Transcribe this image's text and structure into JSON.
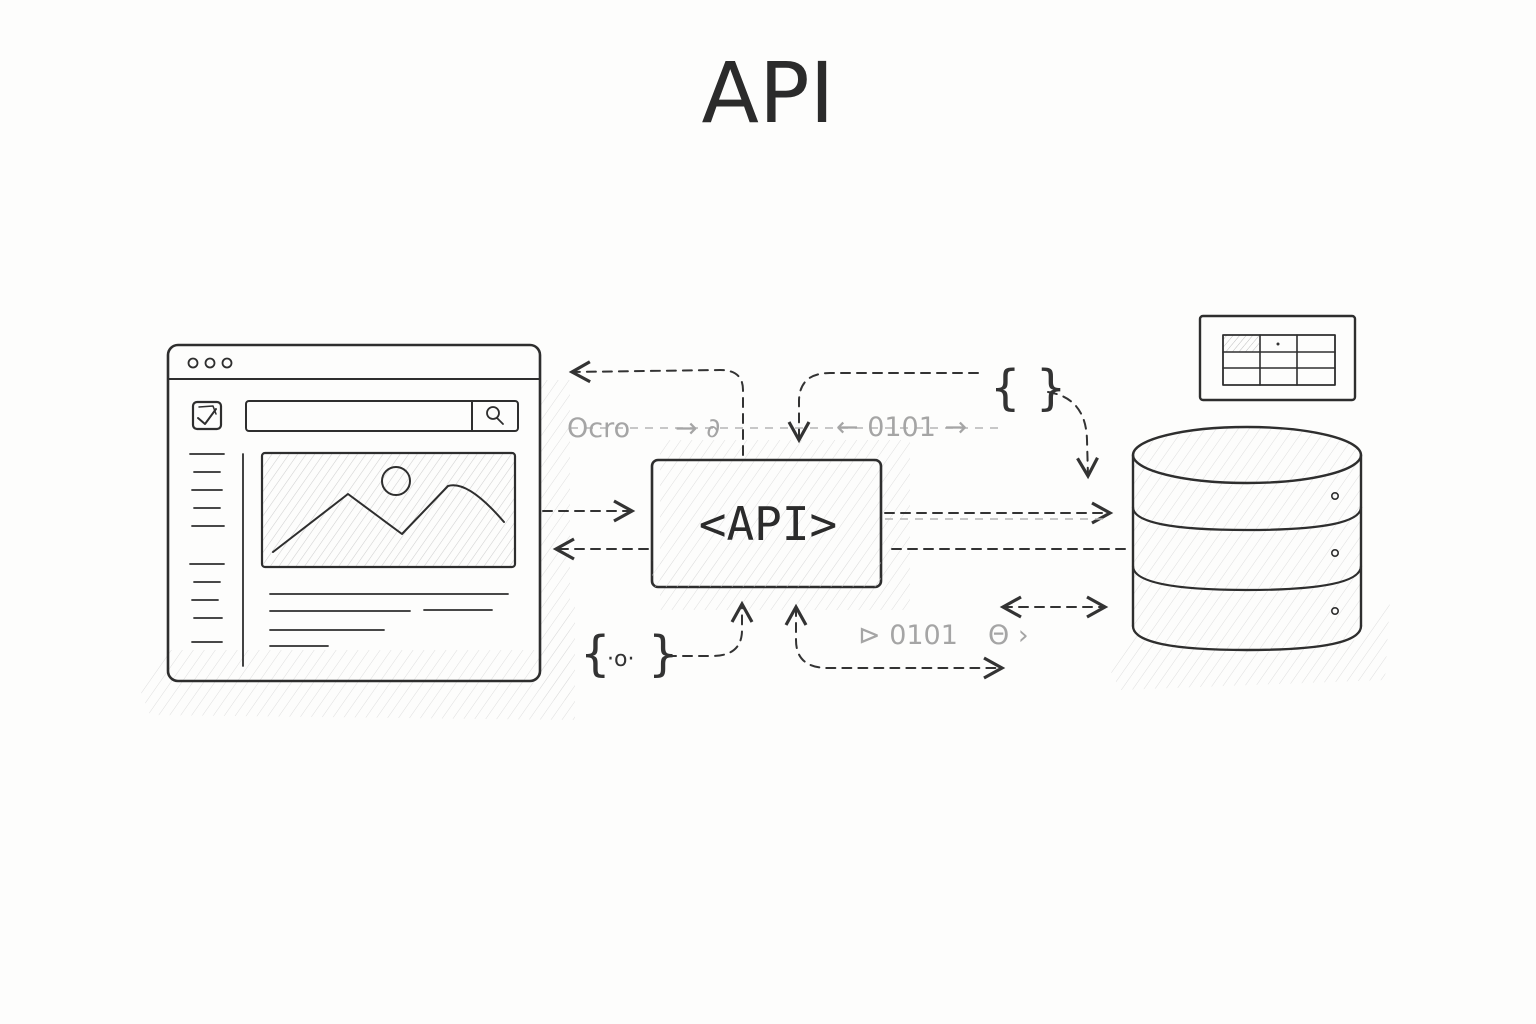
{
  "title": "API",
  "api_box": {
    "label": "<API>"
  },
  "annotations": {
    "top_left_text": "Ocro",
    "top_left_suffix": "→ ∂",
    "top_right_text": "← 0101 →",
    "bottom_text": "⊳ 0101",
    "bottom_suffix": "Θ ›"
  },
  "braces": {
    "top_right": "{ }",
    "bottom_left_open": "{",
    "bottom_left_inner": "·o·",
    "bottom_left_close": "}"
  },
  "icons": {
    "browser": "browser-window-icon",
    "search": "search-icon",
    "image": "image-placeholder-icon",
    "database": "database-icon",
    "table": "table-icon"
  }
}
